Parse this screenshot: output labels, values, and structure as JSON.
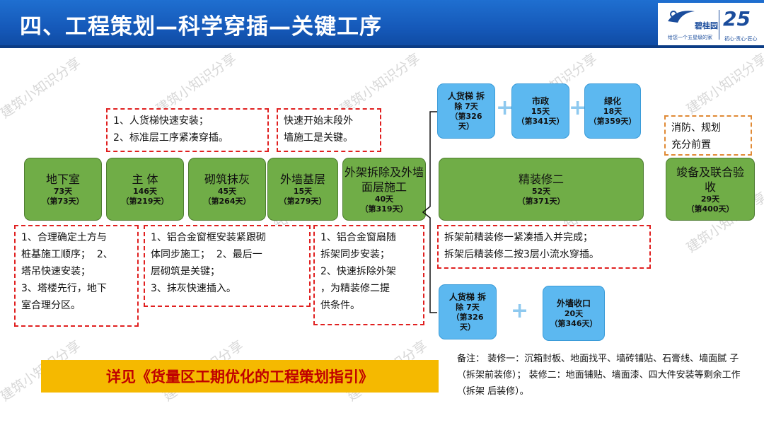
{
  "header": {
    "title": "四、工程策划—科学穿插—关键工序",
    "logo_name": "碧桂园",
    "logo_slogan": "给您一个五星级的家",
    "logo_number": "25",
    "logo_motto": "初心·责心·匠心"
  },
  "watermark": "建筑小知识分享",
  "stages": [
    {
      "name": "地下室",
      "duration": "73天",
      "cumulative": "（第73天）"
    },
    {
      "name": "主 体",
      "duration": "146天",
      "cumulative": "（第219天）"
    },
    {
      "name": "砌筑抹灰",
      "duration": "45天",
      "cumulative": "（第264天）"
    },
    {
      "name": "外墙基层",
      "duration": "15天",
      "cumulative": "（第279天）"
    },
    {
      "name": "外架拆除及外墙面层施工",
      "duration": "40天",
      "cumulative": "（第319天）"
    },
    {
      "name": "精装修二",
      "duration": "52天",
      "cumulative": "（第371天）"
    },
    {
      "name": "竣备及联合验收",
      "duration": "29天",
      "cumulative": "（第400天）"
    }
  ],
  "top_notes": [
    {
      "lines": [
        "1、人货梯快速安装；",
        "2、标准层工序紧凑穿插。"
      ]
    },
    {
      "lines": [
        "快速开始末段外",
        "墙施工是关键。"
      ]
    },
    {
      "lines": [
        "消防、规划",
        "充分前置"
      ]
    }
  ],
  "bottom_notes": [
    {
      "lines": [
        "1、合理确定土方与",
        "桩基施工顺序；  2、",
        "塔吊快速安装；",
        "3、塔楼先行，地下",
        "室合理分区。"
      ]
    },
    {
      "lines": [
        "1、铝合金窗框安装紧跟砌",
        "体同步施工；  2、最后一",
        "层砌筑是关键；",
        "3、抹灰快速插入。"
      ]
    },
    {
      "lines": [
        "1、铝合金窗扇随",
        "拆架同步安装；",
        "2、快速拆除外架",
        "，为精装修二提",
        "供条件。"
      ]
    },
    {
      "lines": [
        "拆架前精装修一紧凑插入并完成；",
        "拆架后精装修二按3层小流水穿插。"
      ]
    }
  ],
  "top_bubbles": [
    {
      "name": "人货梯 拆",
      "line2": "除 7天",
      "line3": "（第326",
      "line4": "天）"
    },
    {
      "name": "市政",
      "line2": "15天",
      "line3": "（第341天）",
      "line4": ""
    },
    {
      "name": "绿化",
      "line2": "18天",
      "line3": "（第359天）",
      "line4": ""
    }
  ],
  "bottom_bubbles": [
    {
      "name": "人货梯 拆",
      "line2": "除 7天",
      "line3": "（第326",
      "line4": "天）"
    },
    {
      "name": "外墙收口",
      "line2": "20天",
      "line3": "（第346天）",
      "line4": ""
    }
  ],
  "plus_symbol": "+",
  "banner": "详见《货量区工期优化的工程策划指引》",
  "footnote": "备注：  装修一：沉箱封板、地面找平、墙砖铺贴、石膏线、墙面腻 子（拆架前装修）；  装修二：地面铺贴、墙面漆、四大件安装等剩余工作（拆架 后装修）。",
  "colors": {
    "header_blue": "#1558b8",
    "stage_green": "#70ad47",
    "bubble_blue": "#5cb8f0",
    "dash_red": "#e02020",
    "dash_orange": "#e08a35",
    "banner_yellow": "#f5b900",
    "banner_text": "#c00000"
  }
}
